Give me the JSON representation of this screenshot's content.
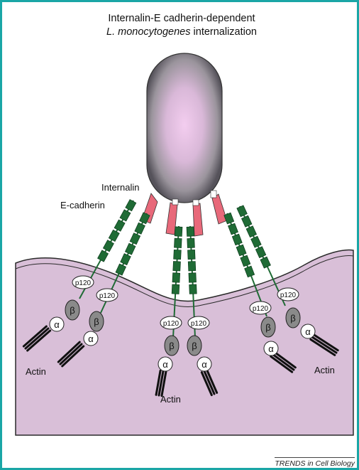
{
  "title": {
    "line1": "Internalin-E cadherin-dependent",
    "line2_italic": "L. monocytogenes",
    "line2_rest": " internalization"
  },
  "labels": {
    "internalin": "Internalin",
    "ecadherin": "E-cadherin",
    "actin_left": "Actin",
    "actin_center": "Actin",
    "actin_right": "Actin",
    "p120": "p120",
    "beta": "β",
    "alpha": "α"
  },
  "footer": "TRENDS in Cell Biology",
  "colors": {
    "frame": "#1aa6a6",
    "cell": "#d9bfd8",
    "bacterium": "#8e8990",
    "bacterium_center": "#e9c3e6",
    "cadherin": "#1f6b35",
    "internalin": "#e8697a",
    "beta": "#8a8a8a",
    "actin": "#111111"
  }
}
